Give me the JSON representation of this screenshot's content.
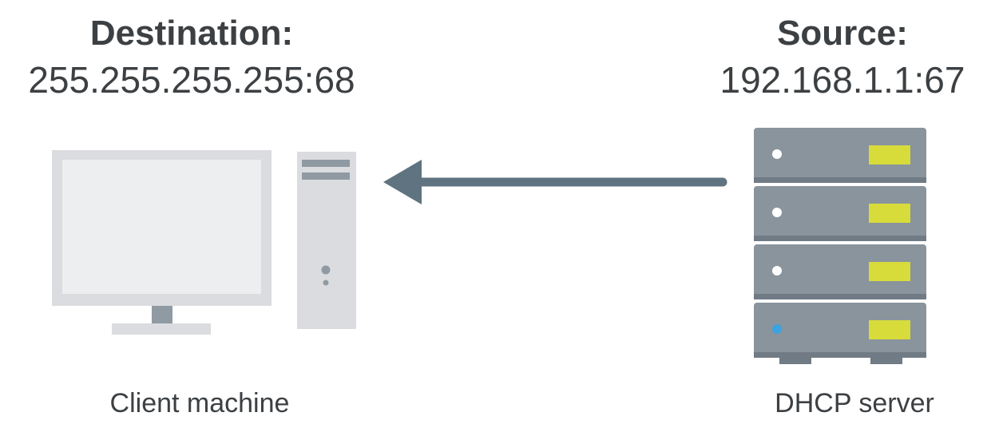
{
  "destination": {
    "title": "Destination:",
    "address": "255.255.255.255:68"
  },
  "source": {
    "title": "Source:",
    "address": "192.168.1.1:67"
  },
  "client": {
    "caption": "Client machine"
  },
  "server": {
    "caption": "DHCP server"
  },
  "colors": {
    "device_gray": "#dadcdf",
    "screen": "#eceef0",
    "server_body": "#8a949d",
    "server_shadow": "#707b85",
    "drive_yellow": "#d7dc3b",
    "led_white": "#ffffff",
    "led_blue": "#3da2e0",
    "arrow": "#5f7380",
    "text": "#3c4043"
  }
}
